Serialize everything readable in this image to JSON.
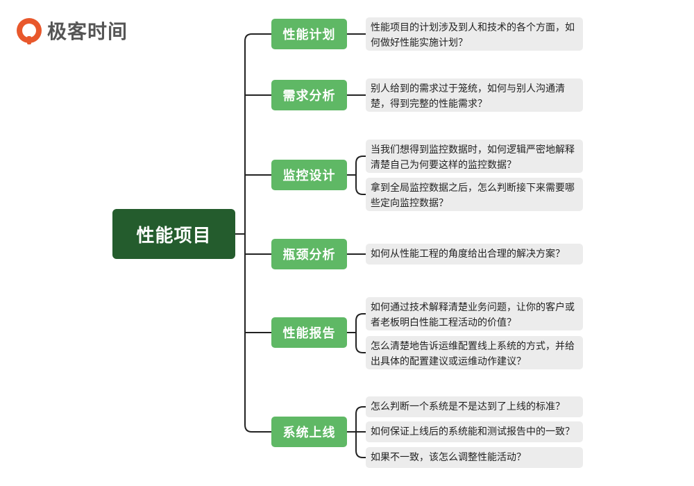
{
  "logo": {
    "text": "极客时间"
  },
  "root": {
    "label": "性能项目"
  },
  "branches": [
    {
      "label": "性能计划",
      "items": [
        "性能项目的计划涉及到人和技术的各个方面，如何做好性能实施计划？"
      ]
    },
    {
      "label": "需求分析",
      "items": [
        "别人给到的需求过于笼统，如何与别人沟通清楚，得到完整的性能需求？"
      ]
    },
    {
      "label": "监控设计",
      "items": [
        "当我们想得到监控数据时，如何逻辑严密地解释清楚自己为何要这样的监控数据？",
        "拿到全局监控数据之后，怎么判断接下来需要哪些定向监控数据？"
      ]
    },
    {
      "label": "瓶颈分析",
      "items": [
        "如何从性能工程的角度给出合理的解决方案？"
      ]
    },
    {
      "label": "性能报告",
      "items": [
        "如何通过技术解释清楚业务问题，让你的客户或者老板明白性能工程活动的价值？",
        "怎么清楚地告诉运维配置线上系统的方式，并给出具体的配置建议或运维动作建议？"
      ]
    },
    {
      "label": "系统上线",
      "items": [
        "怎么判断一个系统是不是达到了上线的标准？",
        "如何保证上线后的系统能和测试报告中的一致？",
        "如果不一致，该怎么调整性能活动？"
      ]
    }
  ]
}
